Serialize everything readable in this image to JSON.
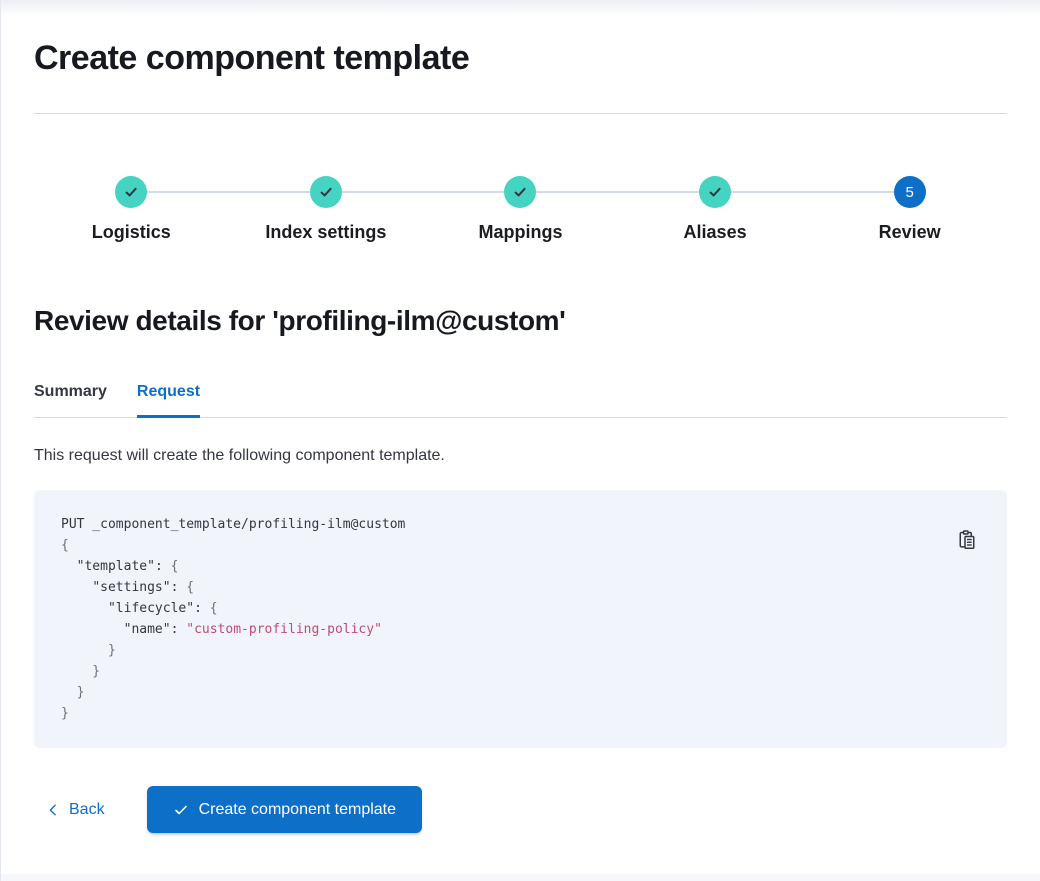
{
  "page": {
    "title": "Create component template"
  },
  "steps": {
    "items": [
      {
        "label": "Logistics",
        "state": "complete",
        "icon": "check-icon"
      },
      {
        "label": "Index settings",
        "state": "complete",
        "icon": "check-icon"
      },
      {
        "label": "Mappings",
        "state": "complete",
        "icon": "check-icon"
      },
      {
        "label": "Aliases",
        "state": "complete",
        "icon": "check-icon"
      },
      {
        "label": "Review",
        "state": "current",
        "number": "5"
      }
    ]
  },
  "review": {
    "heading": "Review details for 'profiling-ilm@custom'",
    "description": "This request will create the following component template."
  },
  "tabs": [
    {
      "label": "Summary",
      "active": false
    },
    {
      "label": "Request",
      "active": true
    }
  ],
  "code": {
    "lines": [
      [
        {
          "text": "PUT _component_template/profiling-ilm@custom",
          "style": "p"
        }
      ],
      [
        {
          "text": "{",
          "style": "b"
        }
      ],
      [
        {
          "text": "  ",
          "style": "p"
        },
        {
          "text": "\"template\"",
          "style": "k"
        },
        {
          "text": ": ",
          "style": "p"
        },
        {
          "text": "{",
          "style": "b"
        }
      ],
      [
        {
          "text": "    ",
          "style": "p"
        },
        {
          "text": "\"settings\"",
          "style": "k"
        },
        {
          "text": ": ",
          "style": "p"
        },
        {
          "text": "{",
          "style": "b"
        }
      ],
      [
        {
          "text": "      ",
          "style": "p"
        },
        {
          "text": "\"lifecycle\"",
          "style": "k"
        },
        {
          "text": ": ",
          "style": "p"
        },
        {
          "text": "{",
          "style": "b"
        }
      ],
      [
        {
          "text": "        ",
          "style": "p"
        },
        {
          "text": "\"name\"",
          "style": "k"
        },
        {
          "text": ": ",
          "style": "p"
        },
        {
          "text": "\"custom-profiling-policy\"",
          "style": "s"
        }
      ],
      [
        {
          "text": "      }",
          "style": "b"
        }
      ],
      [
        {
          "text": "    }",
          "style": "b"
        }
      ],
      [
        {
          "text": "  }",
          "style": "b"
        }
      ],
      [
        {
          "text": "}",
          "style": "b"
        }
      ]
    ]
  },
  "footer": {
    "back_label": "Back",
    "submit_label": "Create component template"
  },
  "colors": {
    "accent": "#0d6fc8",
    "teal": "#45d3c2",
    "divider": "#d3dae6",
    "code-bg": "#f1f4fa",
    "code-string": "#bd4c78",
    "code-punct": "#69707d"
  }
}
